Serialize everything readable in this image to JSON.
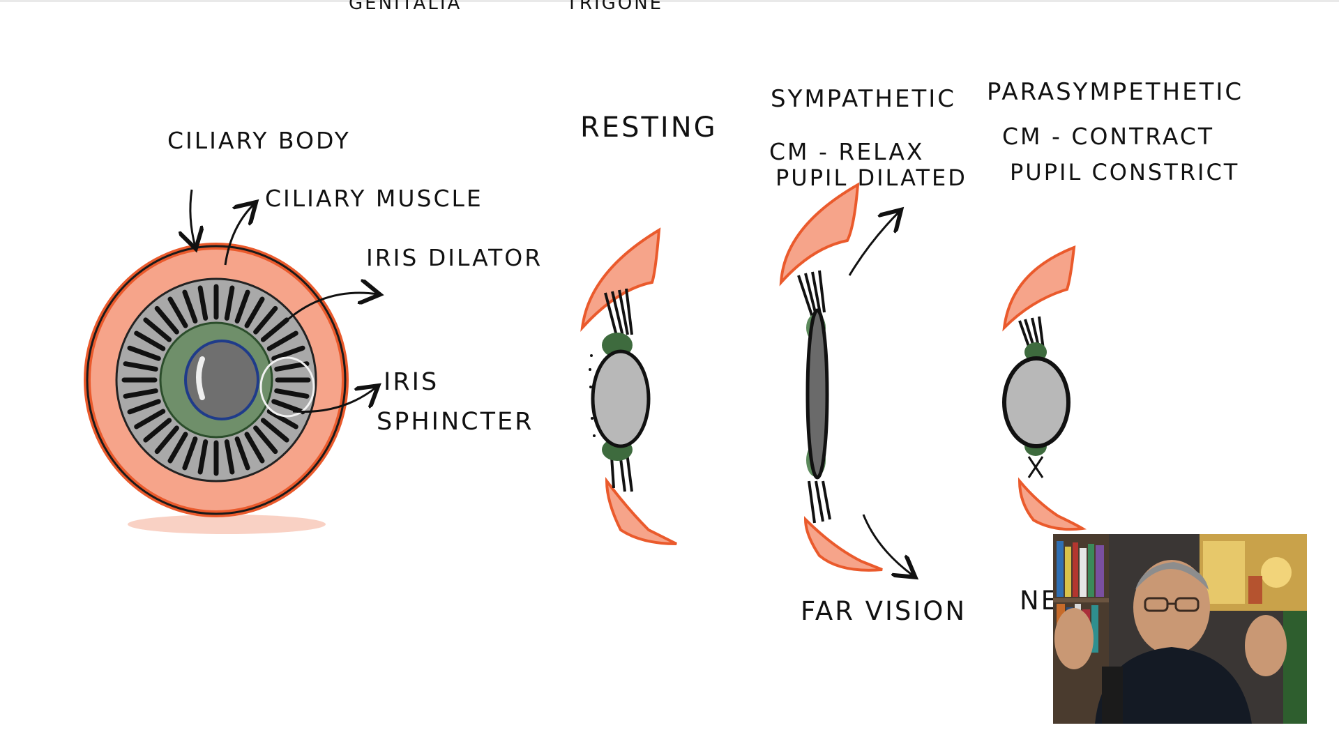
{
  "labels": {
    "top_left_partial": "GENITALIA",
    "top_right_partial": "TRIGONE",
    "ciliary_body": "CILIARY BODY",
    "ciliary_muscle": "CILIARY MUSCLE",
    "iris_dilator": "IRIS DILATOR",
    "iris_sphincter_line1": "IRIS",
    "iris_sphincter_line2": "SPHINCTER",
    "resting": "RESTING",
    "sympathetic": "SYMPATHETIC",
    "sympathetic_line1": "CM - RELAX",
    "sympathetic_line2": "PUPIL DILATED",
    "parasympathetic": "PARASYMPETHETIC",
    "parasympathetic_line1": "CM - CONTRACT",
    "parasympathetic_line2": "PUPIL CONSTRICT",
    "far_vision": "FAR VISION",
    "near_partial": "NE"
  },
  "colors": {
    "ciliary_body_fill": "#f6a48a",
    "ciliary_body_edge": "#ea5a2c",
    "iris_gray": "#a9a9a9",
    "iris_green": "#6f8f6a",
    "lens_gray": "#b8b8b8",
    "ink": "#111111"
  },
  "webcam": {
    "visible": true
  }
}
